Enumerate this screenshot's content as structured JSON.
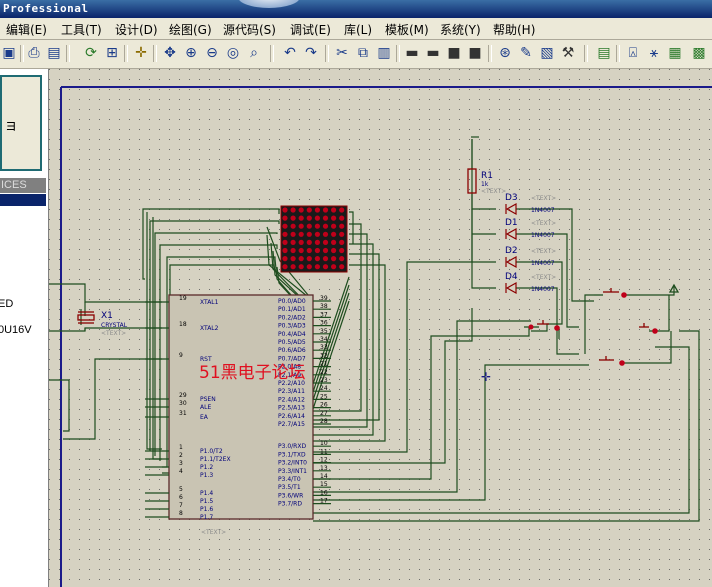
{
  "window": {
    "title": "Professional"
  },
  "menu": [
    "编辑(E)",
    "工具(T)",
    "设计(D)",
    "绘图(G)",
    "源代码(S)",
    "调试(E)",
    "库(L)",
    "模板(M)",
    "系统(Y)",
    "帮助(H)"
  ],
  "device_panel": {
    "header": "ICES",
    "items": [
      "ED",
      "0U16V"
    ],
    "preview_icon": "device-preview-icon"
  },
  "schematic": {
    "mcu": {
      "left_pins": [
        {
          "num": "19",
          "name": "XTAL1"
        },
        {
          "num": "18",
          "name": "XTAL2"
        },
        {
          "num": "9",
          "name": "RST"
        },
        {
          "num": "29",
          "name": "PSEN"
        },
        {
          "num": "30",
          "name": "ALE"
        },
        {
          "num": "31",
          "name": "EA"
        },
        {
          "num": "1",
          "name": "P1.0/T2"
        },
        {
          "num": "2",
          "name": "P1.1/T2EX"
        },
        {
          "num": "3",
          "name": "P1.2"
        },
        {
          "num": "4",
          "name": "P1.3"
        },
        {
          "num": "5",
          "name": "P1.4"
        },
        {
          "num": "6",
          "name": "P1.5"
        },
        {
          "num": "7",
          "name": "P1.6"
        },
        {
          "num": "8",
          "name": "P1.7"
        }
      ],
      "right_pins": [
        {
          "num": "39",
          "name": "P0.0/AD0"
        },
        {
          "num": "38",
          "name": "P0.1/AD1"
        },
        {
          "num": "37",
          "name": "P0.2/AD2"
        },
        {
          "num": "36",
          "name": "P0.3/AD3"
        },
        {
          "num": "35",
          "name": "P0.4/AD4"
        },
        {
          "num": "34",
          "name": "P0.5/AD5"
        },
        {
          "num": "33",
          "name": "P0.6/AD6"
        },
        {
          "num": "32",
          "name": "P0.7/AD7"
        },
        {
          "num": "21",
          "name": "P2.0/A8"
        },
        {
          "num": "22",
          "name": "P2.1/A9"
        },
        {
          "num": "23",
          "name": "P2.2/A10"
        },
        {
          "num": "24",
          "name": "P2.3/A11"
        },
        {
          "num": "25",
          "name": "P2.4/A12"
        },
        {
          "num": "26",
          "name": "P2.5/A13"
        },
        {
          "num": "27",
          "name": "P2.6/A14"
        },
        {
          "num": "28",
          "name": "P2.7/A15"
        },
        {
          "num": "10",
          "name": "P3.0/RXD"
        },
        {
          "num": "11",
          "name": "P3.1/TXD"
        },
        {
          "num": "12",
          "name": "P3.2/INT0"
        },
        {
          "num": "13",
          "name": "P3.3/INT1"
        },
        {
          "num": "14",
          "name": "P3.4/T0"
        },
        {
          "num": "15",
          "name": "P3.5/T1"
        },
        {
          "num": "16",
          "name": "P3.6/WR"
        },
        {
          "num": "17",
          "name": "P3.7/RD"
        }
      ],
      "text_placeholder": "<TEXT>"
    },
    "crystal": {
      "ref": "X1",
      "value": "CRYSTAL",
      "text": "<TEXT>"
    },
    "resistor": {
      "ref": "R1",
      "value": "1k",
      "text": "<TEXT>"
    },
    "diodes": [
      {
        "ref": "D3",
        "value": "1N4007",
        "text": "<TEXT>"
      },
      {
        "ref": "D1",
        "value": "1N4007",
        "text": "<TEXT>"
      },
      {
        "ref": "D2",
        "value": "1N4007",
        "text": "<TEXT>"
      },
      {
        "ref": "D4",
        "value": "1N4007",
        "text": "<TEXT>"
      }
    ],
    "watermark": "51黑电子论坛",
    "colors": {
      "wire": "#1e4d1e",
      "component": "#8b0000",
      "chip_fill": "#c9c4b3",
      "pin_label": "#00007a",
      "watermark": "#e01020",
      "sheet_border": "#1a1a8a",
      "led": "#c0001a"
    }
  }
}
